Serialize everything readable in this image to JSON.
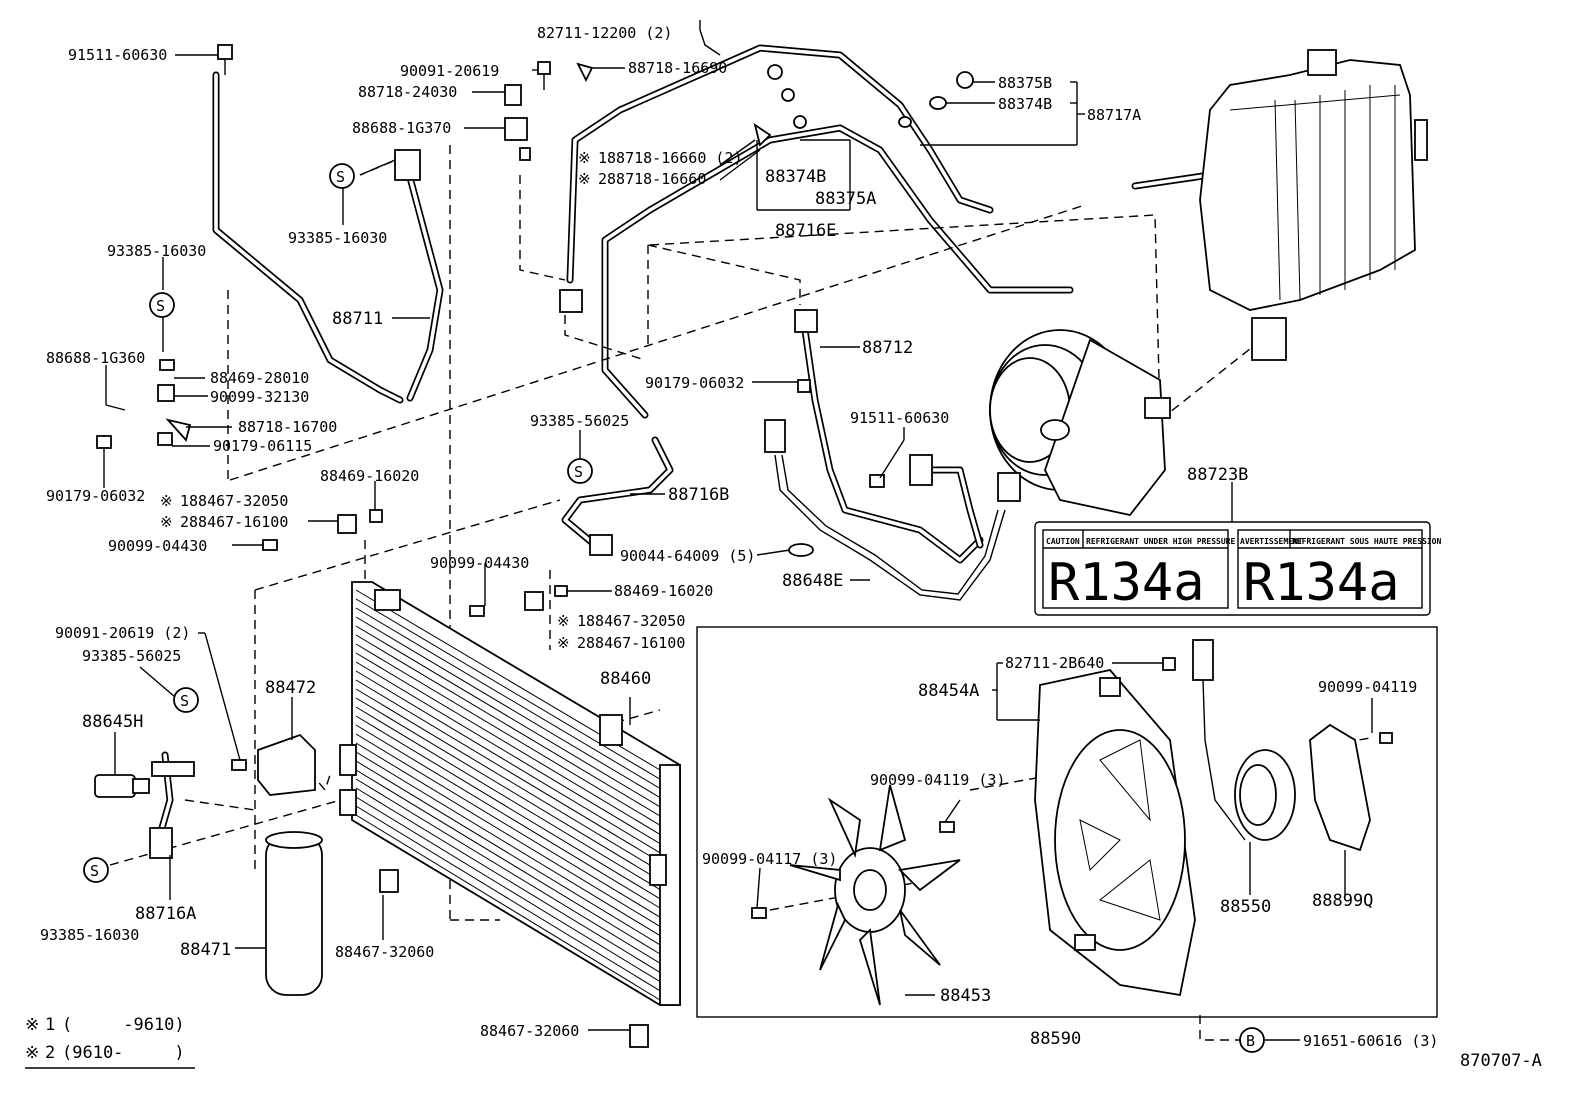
{
  "diagram_id": "870707-A",
  "labels": {
    "p91511_60630_top": "91511-60630",
    "p82711_12200": "82711-12200 (2)",
    "p88718_16690": "88718-16690",
    "p90091_20619": "90091-20619",
    "p88718_24030": "88718-24030",
    "p88688_1g370": "88688-1G370",
    "p88375b": "88375B",
    "p88374b_r": "88374B",
    "p88717a": "88717A",
    "p88718_16660_a": "188718-16660 (2)",
    "p88718_16660_b": "288718-16660",
    "p88374b_m": "88374B",
    "p88375a": "88375A",
    "p88716e": "88716E",
    "p93385_16030_a": "93385-16030",
    "p93385_16030_b": "93385-16030",
    "p88711": "88711",
    "p88688_1g360": "88688-1G360",
    "p88469_28010": "88469-28010",
    "p90099_32130": "90099-32130",
    "p88718_16700": "88718-16700",
    "p90179_06115": "90179-06115",
    "p90179_06032_l": "90179-06032",
    "p88469_16020_a": "88469-16020",
    "p88467_32050_a": "188467-32050",
    "p88467_16100_a": "288467-16100",
    "p90099_04430_a": "90099-04430",
    "p88712": "88712",
    "p90179_06032_m": "90179-06032",
    "p93385_56025_a": "93385-56025",
    "p91511_60630_m": "91511-60630",
    "p88716b": "88716B",
    "p88723b": "88723B",
    "p90099_04430_b": "90099-04430",
    "p90044_64009": "90044-64009 (5)",
    "p88648e": "88648E",
    "p88469_16020_b": "88469-16020",
    "p88467_32050_b": "188467-32050",
    "p88467_16100_b": "288467-16100",
    "p90091_20619_2": "90091-20619 (2)",
    "p93385_56025_b": "93385-56025",
    "p88472": "88472",
    "p88460": "88460",
    "p88645h": "88645H",
    "p88716a": "88716A",
    "p93385_16030_c": "93385-16030",
    "p88471": "88471",
    "p88467_32060_a": "88467-32060",
    "p88467_32060_b": "88467-32060",
    "p82711_2b640": "82711-2B640",
    "p88454a": "88454A",
    "p90099_04119_r": "90099-04119",
    "p90099_04119_3": "90099-04119 (3)",
    "p90099_04117_3": "90099-04117 (3)",
    "p88550": "88550",
    "p88899q": "88899Q",
    "p88453": "88453",
    "p88590": "88590",
    "p91651_60616": "91651-60616 (3)"
  },
  "symbols": {
    "s_circle": "S",
    "b_circle": "B",
    "note_mark": "※"
  },
  "notes": {
    "note1_num": "1",
    "note1_text": "(　　　-9610)",
    "note2_num": "2",
    "note2_text": "(9610-　　　)"
  },
  "caution_label": {
    "left_caption_1": "CAUTION",
    "left_caption_2": "REFRIGERANT UNDER HIGH PRESSURE",
    "right_caption_1": "AVERTISSEMENT",
    "right_caption_2": "REFRIGERANT SOUS HAUTE PRESSION",
    "refrigerant_left": "R134a",
    "refrigerant_right": "R134a"
  }
}
